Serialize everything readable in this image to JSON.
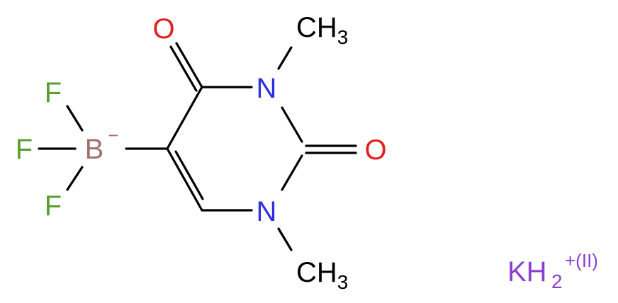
{
  "colors": {
    "bond": "#000000",
    "fluorine": "#5a9e32",
    "boron": "#a07070",
    "nitrogen": "#3030e0",
    "oxygen": "#e02020",
    "carbon": "#000000",
    "potassium": "#8a3fd0"
  },
  "atoms": {
    "f_top": "F",
    "f_mid": "F",
    "f_bot": "F",
    "boron": "B",
    "boron_charge": "−",
    "o_top": "O",
    "o_right": "O",
    "n_top": "N",
    "n_bot": "N",
    "methyl_top_c": "CH",
    "methyl_top_sub": "3",
    "methyl_bot_c": "CH",
    "methyl_bot_sub": "3"
  },
  "counterion": {
    "element": "KH",
    "subscript": "2",
    "charge": "+(II)"
  }
}
